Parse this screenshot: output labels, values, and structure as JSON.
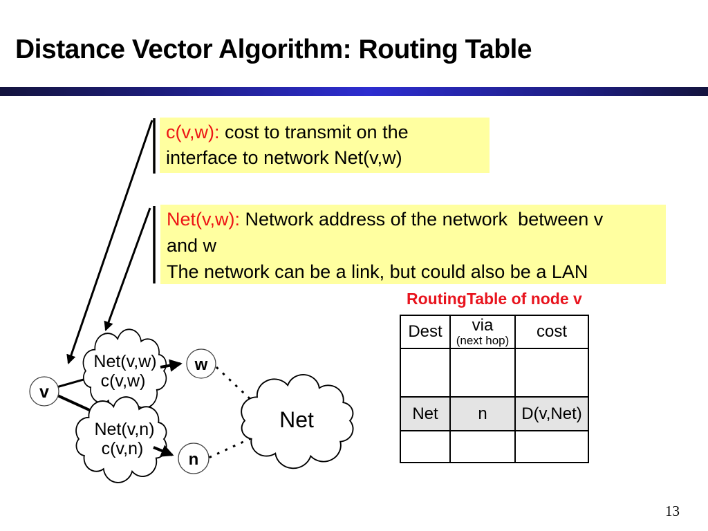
{
  "slide": {
    "title": "Distance Vector Algorithm: Routing Table",
    "page_number": "13"
  },
  "callouts": {
    "cost": {
      "term": "c(v,w):",
      "line1_rest": " cost to transmit on the",
      "line2": "interface to network Net(v,w)"
    },
    "net": {
      "term": "Net(v,w):",
      "line1_rest": " Network address of the network  between v",
      "line2": "and w",
      "line3": "The network can be a link, but could also be a LAN"
    }
  },
  "routing_table": {
    "caption": "RoutingTable of node v",
    "headers": [
      "Dest",
      "via",
      "cost"
    ],
    "header_via_sub": "(next hop)",
    "rows": [
      [
        "",
        "",
        ""
      ],
      [
        "Net",
        "n",
        "D(v,Net)"
      ],
      [
        "",
        "",
        ""
      ]
    ]
  },
  "diagram": {
    "node_v": "v",
    "node_w": "w",
    "node_n": "n",
    "cloud_vw_line1": "Net(v,w)",
    "cloud_vw_line2": "c(v,w)",
    "cloud_vn_line1": "Net(v,n)",
    "cloud_vn_line2": "c(v,n)",
    "cloud_net": "Net"
  },
  "colors": {
    "highlight_yellow": "#FFFFA0",
    "term_red": "#ED1515",
    "caption_red": "#E8141E",
    "accent_bar_dark": "#14143e",
    "accent_bar_bright": "#2d2dd0",
    "table_row_highlight": "#E4E4E4"
  }
}
